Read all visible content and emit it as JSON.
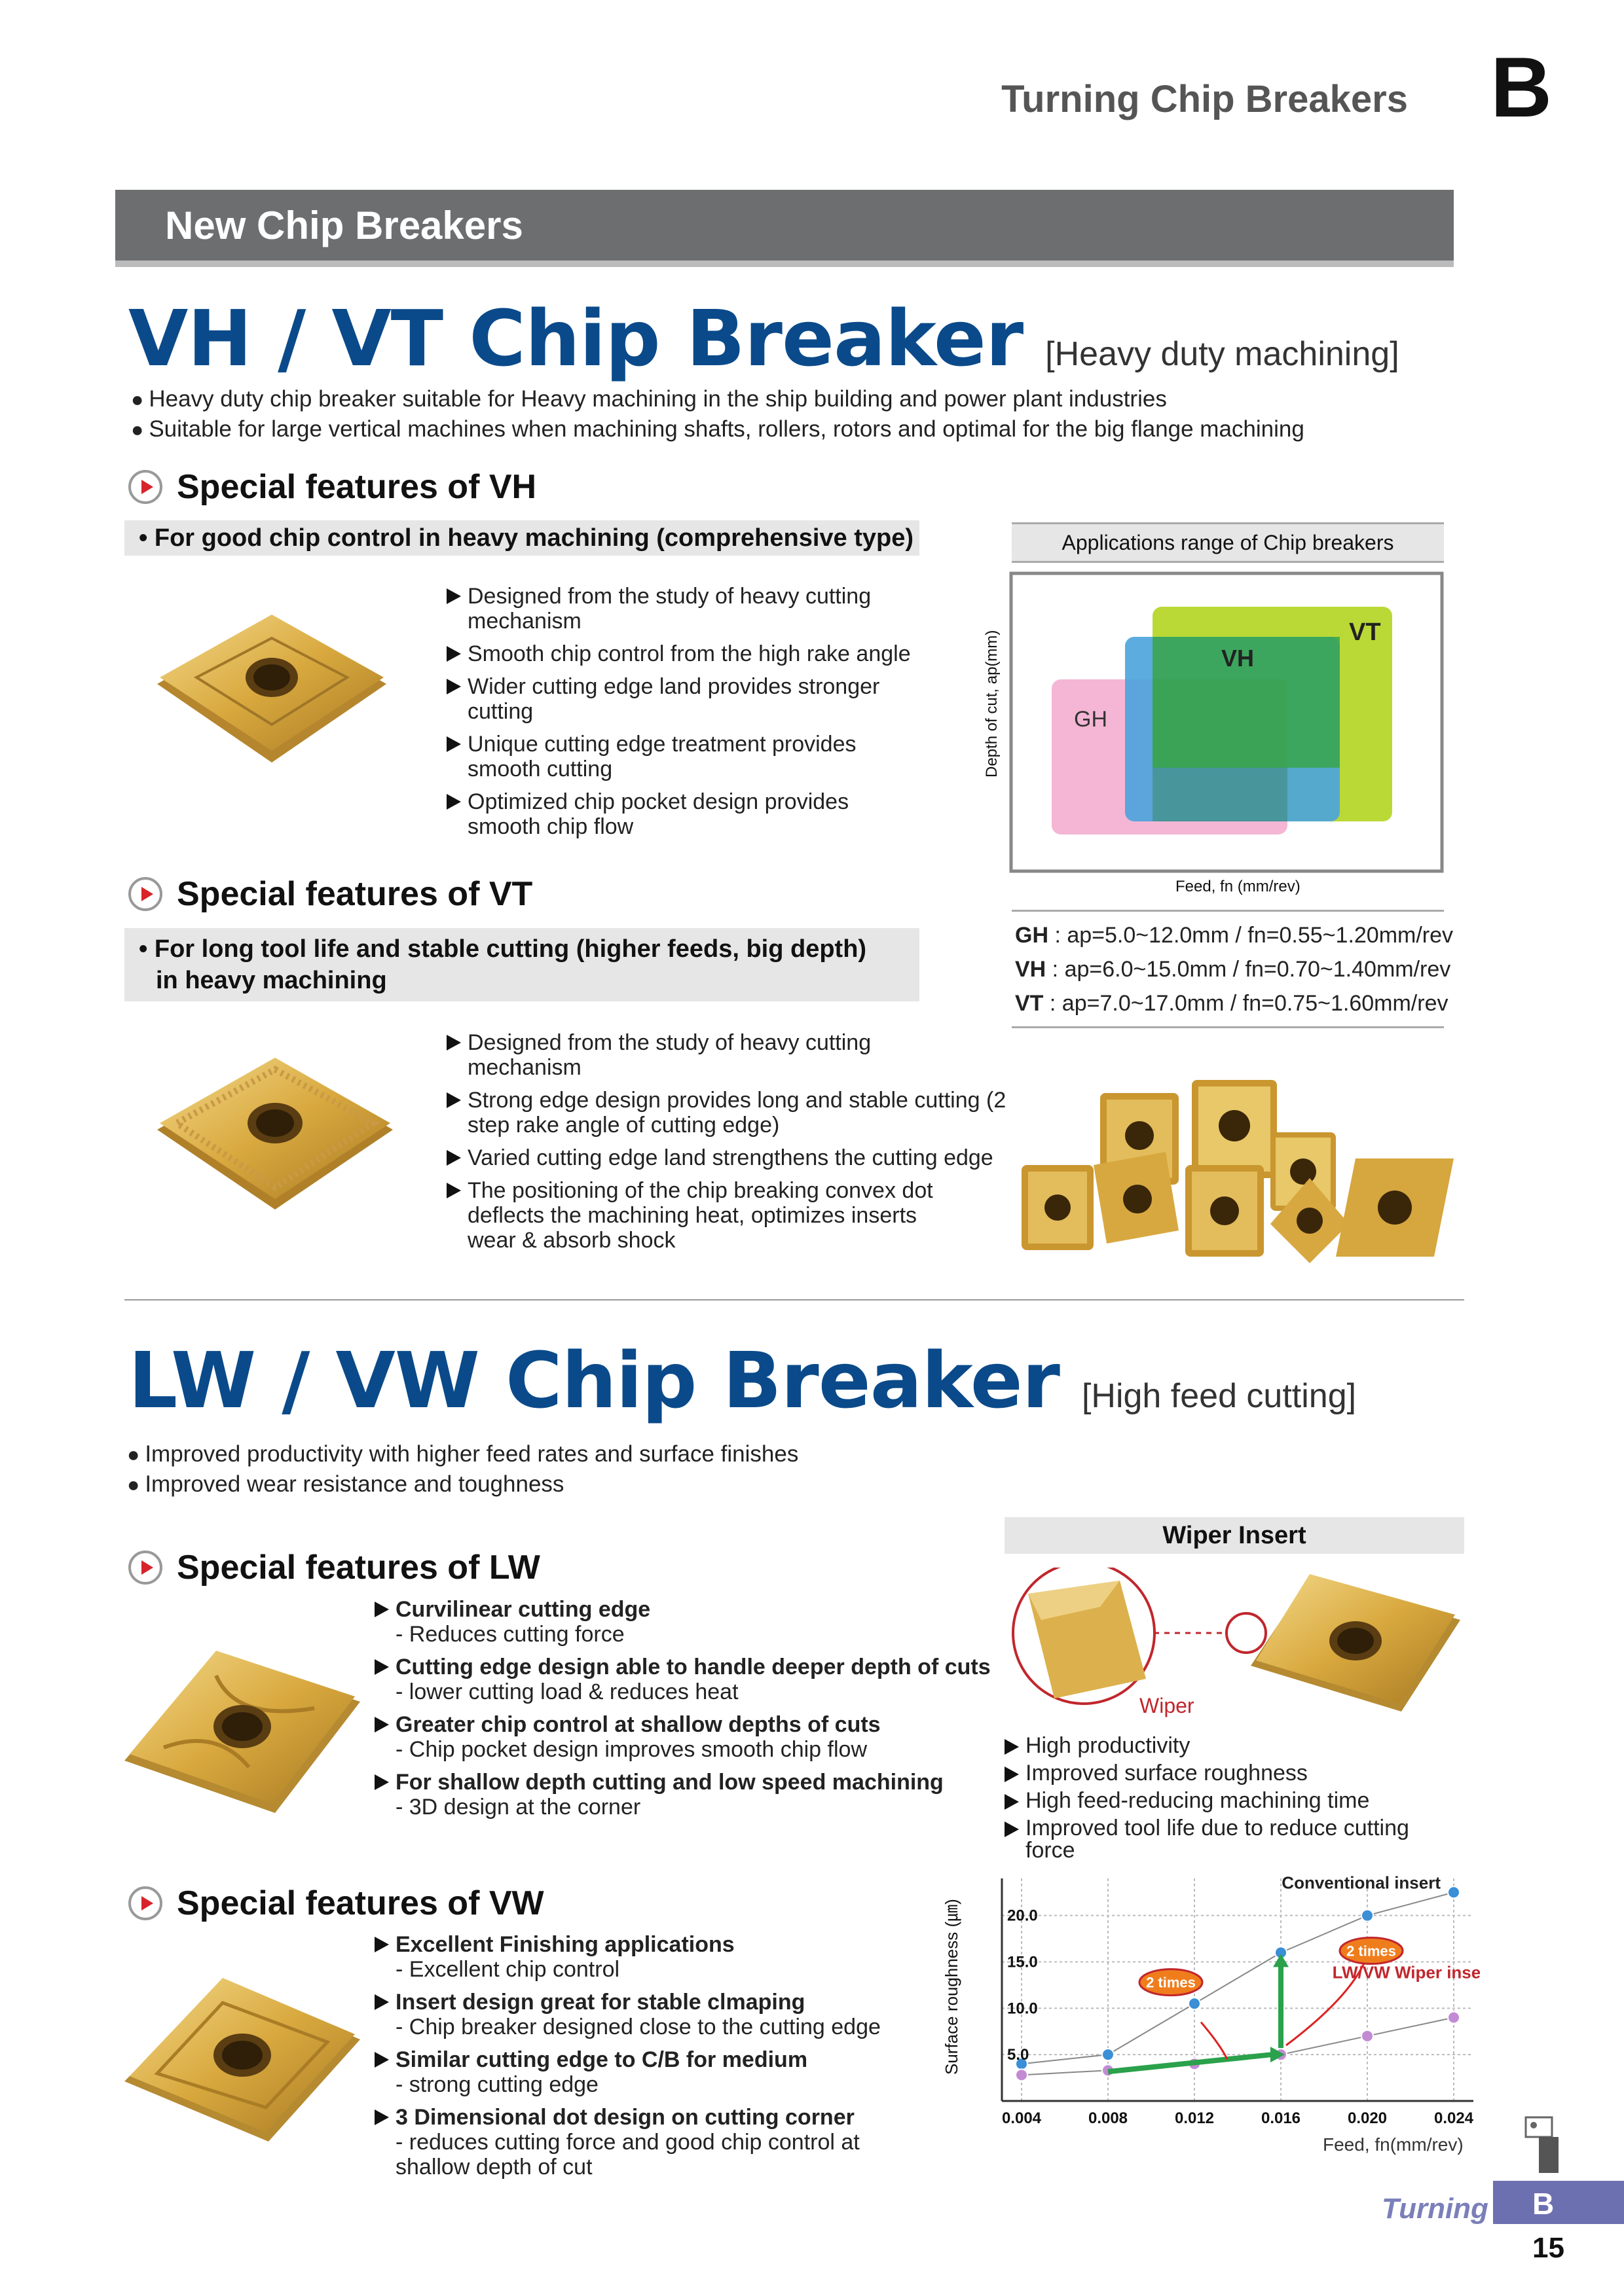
{
  "header": {
    "title": "Turning Chip Breakers",
    "letter": "B"
  },
  "section_bar": "New Chip Breakers",
  "vh_vt": {
    "title": "VH / VT Chip Breaker",
    "subtitle": "[Heavy duty machining]",
    "bullets": [
      "Heavy duty chip breaker suitable for Heavy machining in the ship building and power plant industries",
      "Suitable for large vertical machines when machining shafts, rollers, rotors and optimal for the big flange machining"
    ],
    "vh": {
      "heading": "Special features of VH",
      "box": "• For good chip control in heavy machining (comprehensive type)",
      "items": [
        "Designed from the study of heavy cutting mechanism",
        "Smooth chip control from the high rake angle",
        "Wider cutting edge land provides stronger cutting",
        "Unique cutting edge treatment provides smooth cutting",
        "Optimized chip pocket design provides smooth chip flow"
      ]
    },
    "vt": {
      "heading": "Special features of VT",
      "box_line1": "• For long tool life and stable cutting (higher feeds, big depth)",
      "box_line2": "in heavy machining",
      "items": [
        "Designed from the study of heavy cutting mechanism",
        "Strong edge design provides long and stable cutting (2 step rake angle of cutting edge)",
        "Varied cutting edge land strengthens the cutting edge",
        "The positioning of the chip breaking convex dot deflects the machining heat, optimizes inserts wear & absorb shock"
      ]
    },
    "range_chart": {
      "header": "Applications range of Chip breakers",
      "ylabel": "Depth of cut, ap(mm)",
      "xlabel": "Feed, fn (mm/rev)",
      "labels": {
        "gh": "GH",
        "vh": "VH",
        "vt": "VT"
      },
      "colors": {
        "gh": "#f4b6d4",
        "vh": "#4aa3dd",
        "vt": "#b6d72c"
      }
    },
    "ranges": [
      {
        "name": "GH",
        "text": " : ap=5.0~12.0mm  /  fn=0.55~1.20mm/rev"
      },
      {
        "name": "VH",
        "text": " : ap=6.0~15.0mm  /  fn=0.70~1.40mm/rev"
      },
      {
        "name": "VT",
        "text": " : ap=7.0~17.0mm  /  fn=0.75~1.60mm/rev"
      }
    ]
  },
  "lw_vw": {
    "title": "LW / VW Chip Breaker",
    "subtitle": "[High feed cutting]",
    "bullets": [
      "Improved productivity with higher feed rates and surface finishes",
      "Improved wear resistance and toughness"
    ],
    "lw": {
      "heading": "Special features of LW",
      "items": [
        {
          "t": "Curvilinear cutting edge",
          "s": "- Reduces cutting force"
        },
        {
          "t": "Cutting edge design able to handle deeper depth of cuts",
          "s": "- lower cutting load & reduces heat"
        },
        {
          "t": "Greater chip control at shallow depths of cuts",
          "s": "- Chip pocket design improves smooth chip flow"
        },
        {
          "t": "For shallow depth cutting and low speed machining",
          "s": "- 3D design at the corner"
        }
      ]
    },
    "vw": {
      "heading": "Special features of VW",
      "items": [
        {
          "t": "Excellent Finishing applications",
          "s": "- Excellent chip control"
        },
        {
          "t": "Insert design great for stable clmaping",
          "s": "- Chip breaker designed close to the cutting edge"
        },
        {
          "t": "Similar cutting edge to C/B for medium",
          "s": "- strong cutting edge"
        },
        {
          "t": "3 Dimensional dot design on cutting corner",
          "s": "- reduces cutting force and good chip control at shallow depth of cut"
        }
      ]
    },
    "wiper": {
      "header": "Wiper Insert",
      "label": "Wiper",
      "benefits": [
        "High productivity",
        "Improved surface roughness",
        "High feed-reducing machining time",
        "Improved tool life due to reduce cutting force"
      ]
    }
  },
  "chart_data": {
    "type": "line",
    "xlabel": "Feed, fn(mm/rev)",
    "ylabel": "Surface roughness (㎛)",
    "x": [
      0.004,
      0.008,
      0.012,
      0.016,
      0.02,
      0.024
    ],
    "x_tick_labels": [
      "0.004",
      "0.008",
      "0.012",
      "0.016",
      "0.020",
      "0.024"
    ],
    "y_ticks": [
      5.0,
      10.0,
      15.0,
      20.0
    ],
    "y_tick_labels": [
      "5.0",
      "10.0",
      "15.0",
      "20.0"
    ],
    "ylim": [
      0,
      24
    ],
    "grid": true,
    "series": [
      {
        "name": "Conventional insert",
        "color": "#3a8fd6",
        "values": [
          4.0,
          5.0,
          10.5,
          16.0,
          20.0,
          22.5
        ]
      },
      {
        "name": "LW/VW Wiper insert",
        "color": "#c38ad4",
        "values": [
          2.8,
          3.3,
          4.0,
          5.0,
          7.0,
          9.0
        ]
      }
    ],
    "annotations": [
      "2 times",
      "2 times"
    ]
  },
  "footer": {
    "turning": "Turning",
    "letter": "B",
    "page": "15"
  }
}
